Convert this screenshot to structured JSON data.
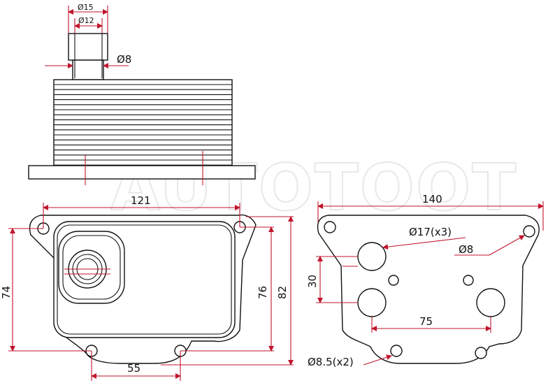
{
  "watermark": "AUTOTOOT",
  "colors": {
    "outline": "#111111",
    "dimension_line": "#c0162c",
    "background": "#ffffff",
    "watermark": "#e8e8e8"
  },
  "side_view": {
    "dia_outer": "Ø15",
    "dia_inner": "Ø12",
    "dia_port": "Ø8"
  },
  "front_view": {
    "width_top": "121",
    "height_left": "74",
    "height_inner": "76",
    "height_outer": "82",
    "width_bottom": "55"
  },
  "rear_view": {
    "width_top": "140",
    "port_dia": "Ø17(x3)",
    "hole_dia": "Ø8",
    "port_spacing_v": "30",
    "port_spacing_h": "75",
    "mount_hole_dia": "Ø8.5(x2)"
  }
}
